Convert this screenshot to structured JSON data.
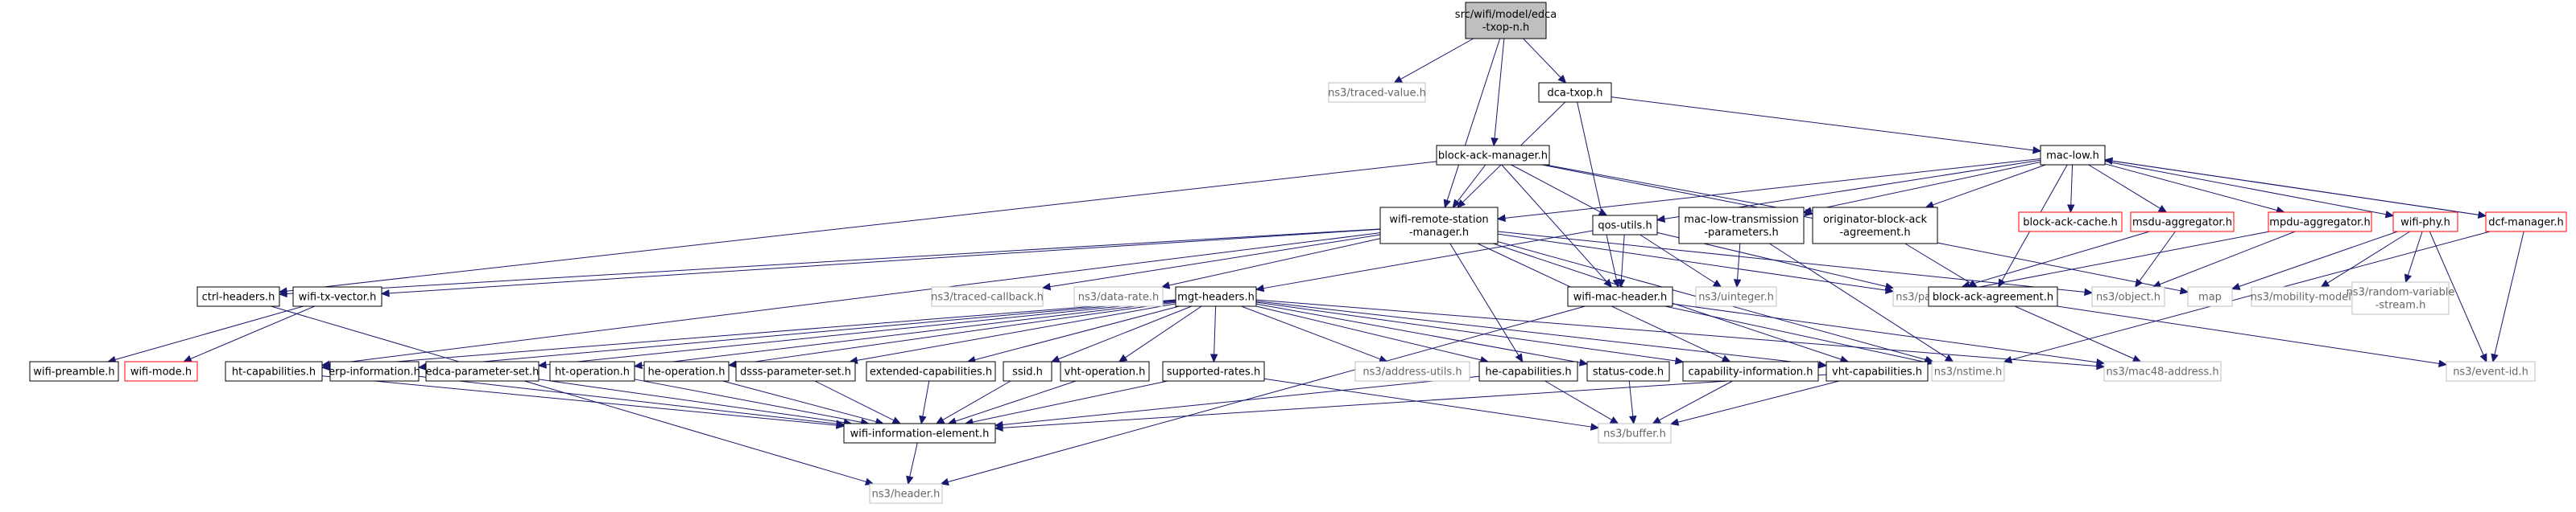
{
  "colors": {
    "edge": "#191970",
    "root_fill": "#bfbfbf",
    "truncated_border": "#ff0000",
    "external_border": "#bfbfbf"
  },
  "nodes": [
    {
      "id": "root",
      "label": [
        "src/wifi/model/edca",
        "-txop-n.h"
      ],
      "kind": "root"
    },
    {
      "id": "traced_value",
      "label": [
        "ns3/traced-value.h"
      ],
      "kind": "external"
    },
    {
      "id": "dca_txop",
      "label": [
        "dca-txop.h"
      ],
      "kind": "normal"
    },
    {
      "id": "block_ack_manager",
      "label": [
        "block-ack-manager.h"
      ],
      "kind": "normal"
    },
    {
      "id": "mac_low",
      "label": [
        "mac-low.h"
      ],
      "kind": "normal"
    },
    {
      "id": "wifi_remote_station_manager",
      "label": [
        "wifi-remote-station",
        "-manager.h"
      ],
      "kind": "normal"
    },
    {
      "id": "qos_utils",
      "label": [
        "qos-utils.h"
      ],
      "kind": "normal"
    },
    {
      "id": "mac_low_transmission_parameters",
      "label": [
        "mac-low-transmission",
        "-parameters.h"
      ],
      "kind": "normal"
    },
    {
      "id": "originator_block_ack_agreement",
      "label": [
        "originator-block-ack",
        "-agreement.h"
      ],
      "kind": "normal"
    },
    {
      "id": "block_ack_cache",
      "label": [
        "block-ack-cache.h"
      ],
      "kind": "truncated"
    },
    {
      "id": "msdu_aggregator",
      "label": [
        "msdu-aggregator.h"
      ],
      "kind": "truncated"
    },
    {
      "id": "mpdu_aggregator",
      "label": [
        "mpdu-aggregator.h"
      ],
      "kind": "truncated"
    },
    {
      "id": "wifi_phy",
      "label": [
        "wifi-phy.h"
      ],
      "kind": "truncated"
    },
    {
      "id": "dcf_manager",
      "label": [
        "dcf-manager.h"
      ],
      "kind": "truncated"
    },
    {
      "id": "ctrl_headers",
      "label": [
        "ctrl-headers.h"
      ],
      "kind": "normal"
    },
    {
      "id": "wifi_tx_vector",
      "label": [
        "wifi-tx-vector.h"
      ],
      "kind": "normal"
    },
    {
      "id": "traced_callback",
      "label": [
        "ns3/traced-callback.h"
      ],
      "kind": "external"
    },
    {
      "id": "data_rate",
      "label": [
        "ns3/data-rate.h"
      ],
      "kind": "external"
    },
    {
      "id": "mgt_headers",
      "label": [
        "mgt-headers.h"
      ],
      "kind": "normal"
    },
    {
      "id": "wifi_mac_header",
      "label": [
        "wifi-mac-header.h"
      ],
      "kind": "normal"
    },
    {
      "id": "uinteger",
      "label": [
        "ns3/uinteger.h"
      ],
      "kind": "external"
    },
    {
      "id": "packet",
      "label": [
        "ns3/packet.h"
      ],
      "kind": "external"
    },
    {
      "id": "block_ack_agreement",
      "label": [
        "block-ack-agreement.h"
      ],
      "kind": "normal"
    },
    {
      "id": "object",
      "label": [
        "ns3/object.h"
      ],
      "kind": "external"
    },
    {
      "id": "map",
      "label": [
        "map"
      ],
      "kind": "external"
    },
    {
      "id": "mobility_model",
      "label": [
        "ns3/mobility-model.h"
      ],
      "kind": "external"
    },
    {
      "id": "random_variable_stream",
      "label": [
        "ns3/random-variable",
        "-stream.h"
      ],
      "kind": "external"
    },
    {
      "id": "wifi_preamble",
      "label": [
        "wifi-preamble.h"
      ],
      "kind": "normal"
    },
    {
      "id": "wifi_mode",
      "label": [
        "wifi-mode.h"
      ],
      "kind": "truncated"
    },
    {
      "id": "ht_capabilities",
      "label": [
        "ht-capabilities.h"
      ],
      "kind": "normal"
    },
    {
      "id": "erp_information",
      "label": [
        "erp-information.h"
      ],
      "kind": "normal"
    },
    {
      "id": "edca_parameter_set",
      "label": [
        "edca-parameter-set.h"
      ],
      "kind": "normal"
    },
    {
      "id": "ht_operation",
      "label": [
        "ht-operation.h"
      ],
      "kind": "normal"
    },
    {
      "id": "he_operation",
      "label": [
        "he-operation.h"
      ],
      "kind": "normal"
    },
    {
      "id": "dsss_parameter_set",
      "label": [
        "dsss-parameter-set.h"
      ],
      "kind": "normal"
    },
    {
      "id": "extended_capabilities",
      "label": [
        "extended-capabilities.h"
      ],
      "kind": "normal"
    },
    {
      "id": "ssid",
      "label": [
        "ssid.h"
      ],
      "kind": "normal"
    },
    {
      "id": "vht_operation",
      "label": [
        "vht-operation.h"
      ],
      "kind": "normal"
    },
    {
      "id": "supported_rates",
      "label": [
        "supported-rates.h"
      ],
      "kind": "normal"
    },
    {
      "id": "address_utils",
      "label": [
        "ns3/address-utils.h"
      ],
      "kind": "external"
    },
    {
      "id": "he_capabilities",
      "label": [
        "he-capabilities.h"
      ],
      "kind": "normal"
    },
    {
      "id": "status_code",
      "label": [
        "status-code.h"
      ],
      "kind": "normal"
    },
    {
      "id": "capability_information",
      "label": [
        "capability-information.h"
      ],
      "kind": "normal"
    },
    {
      "id": "vht_capabilities",
      "label": [
        "vht-capabilities.h"
      ],
      "kind": "normal"
    },
    {
      "id": "nstime",
      "label": [
        "ns3/nstime.h"
      ],
      "kind": "external"
    },
    {
      "id": "mac48_address",
      "label": [
        "ns3/mac48-address.h"
      ],
      "kind": "external"
    },
    {
      "id": "event_id",
      "label": [
        "ns3/event-id.h"
      ],
      "kind": "external"
    },
    {
      "id": "wifi_information_element",
      "label": [
        "wifi-information-element.h"
      ],
      "kind": "normal"
    },
    {
      "id": "buffer",
      "label": [
        "ns3/buffer.h"
      ],
      "kind": "external"
    },
    {
      "id": "header",
      "label": [
        "ns3/header.h"
      ],
      "kind": "external"
    }
  ],
  "edges": [
    [
      "root",
      "traced_value"
    ],
    [
      "root",
      "dca_txop"
    ],
    [
      "root",
      "block_ack_manager"
    ],
    [
      "root",
      "wifi_remote_station_manager"
    ],
    [
      "dca_txop",
      "mac_low"
    ],
    [
      "dca_txop",
      "wifi_remote_station_manager"
    ],
    [
      "dca_txop",
      "wifi_mac_header"
    ],
    [
      "block_ack_manager",
      "ctrl_headers"
    ],
    [
      "block_ack_manager",
      "qos_utils"
    ],
    [
      "block_ack_manager",
      "wifi_remote_station_manager"
    ],
    [
      "block_ack_manager",
      "wifi_mac_header"
    ],
    [
      "block_ack_manager",
      "originator_block_ack_agreement"
    ],
    [
      "block_ack_manager",
      "map"
    ],
    [
      "mac_low",
      "wifi_remote_station_manager"
    ],
    [
      "mac_low",
      "qos_utils"
    ],
    [
      "mac_low",
      "mac_low_transmission_parameters"
    ],
    [
      "mac_low",
      "originator_block_ack_agreement"
    ],
    [
      "mac_low",
      "block_ack_cache"
    ],
    [
      "mac_low",
      "msdu_aggregator"
    ],
    [
      "mac_low",
      "mpdu_aggregator"
    ],
    [
      "mac_low",
      "wifi_phy"
    ],
    [
      "mac_low",
      "dcf_manager"
    ],
    [
      "mac_low",
      "block_ack_agreement"
    ],
    [
      "dcf_manager",
      "mac_low"
    ],
    [
      "dcf_manager",
      "event_id"
    ],
    [
      "dcf_manager",
      "nstime"
    ],
    [
      "wifi_remote_station_manager",
      "ctrl_headers"
    ],
    [
      "wifi_remote_station_manager",
      "wifi_tx_vector"
    ],
    [
      "wifi_remote_station_manager",
      "traced_callback"
    ],
    [
      "wifi_remote_station_manager",
      "data_rate"
    ],
    [
      "wifi_remote_station_manager",
      "packet"
    ],
    [
      "wifi_remote_station_manager",
      "object"
    ],
    [
      "wifi_remote_station_manager",
      "ht_capabilities"
    ],
    [
      "wifi_remote_station_manager",
      "he_capabilities"
    ],
    [
      "wifi_remote_station_manager",
      "vht_capabilities"
    ],
    [
      "wifi_remote_station_manager",
      "capability_information"
    ],
    [
      "wifi_remote_station_manager",
      "nstime"
    ],
    [
      "qos_utils",
      "mgt_headers"
    ],
    [
      "qos_utils",
      "wifi_mac_header"
    ],
    [
      "qos_utils",
      "uinteger"
    ],
    [
      "qos_utils",
      "packet"
    ],
    [
      "mac_low_transmission_parameters",
      "uinteger"
    ],
    [
      "mac_low_transmission_parameters",
      "nstime"
    ],
    [
      "originator_block_ack_agreement",
      "block_ack_agreement"
    ],
    [
      "msdu_aggregator",
      "packet"
    ],
    [
      "msdu_aggregator",
      "object"
    ],
    [
      "mpdu_aggregator",
      "packet"
    ],
    [
      "mpdu_aggregator",
      "object"
    ],
    [
      "wifi_phy",
      "map"
    ],
    [
      "wifi_phy",
      "mobility_model"
    ],
    [
      "wifi_phy",
      "random_variable_stream"
    ],
    [
      "wifi_phy",
      "event_id"
    ],
    [
      "ctrl_headers",
      "header"
    ],
    [
      "wifi_tx_vector",
      "wifi_preamble"
    ],
    [
      "wifi_tx_vector",
      "wifi_mode"
    ],
    [
      "wifi_mac_header",
      "nstime"
    ],
    [
      "wifi_mac_header",
      "mac48_address"
    ],
    [
      "wifi_mac_header",
      "header"
    ],
    [
      "block_ack_agreement",
      "mac48_address"
    ],
    [
      "block_ack_agreement",
      "event_id"
    ],
    [
      "mgt_headers",
      "ht_capabilities"
    ],
    [
      "mgt_headers",
      "erp_information"
    ],
    [
      "mgt_headers",
      "edca_parameter_set"
    ],
    [
      "mgt_headers",
      "ht_operation"
    ],
    [
      "mgt_headers",
      "he_operation"
    ],
    [
      "mgt_headers",
      "dsss_parameter_set"
    ],
    [
      "mgt_headers",
      "extended_capabilities"
    ],
    [
      "mgt_headers",
      "ssid"
    ],
    [
      "mgt_headers",
      "vht_operation"
    ],
    [
      "mgt_headers",
      "supported_rates"
    ],
    [
      "mgt_headers",
      "address_utils"
    ],
    [
      "mgt_headers",
      "he_capabilities"
    ],
    [
      "mgt_headers",
      "status_code"
    ],
    [
      "mgt_headers",
      "capability_information"
    ],
    [
      "mgt_headers",
      "vht_capabilities"
    ],
    [
      "mgt_headers",
      "mac48_address"
    ],
    [
      "ht_capabilities",
      "wifi_information_element"
    ],
    [
      "erp_information",
      "wifi_information_element"
    ],
    [
      "edca_parameter_set",
      "wifi_information_element"
    ],
    [
      "ht_operation",
      "wifi_information_element"
    ],
    [
      "he_operation",
      "wifi_information_element"
    ],
    [
      "dsss_parameter_set",
      "wifi_information_element"
    ],
    [
      "extended_capabilities",
      "wifi_information_element"
    ],
    [
      "ssid",
      "wifi_information_element"
    ],
    [
      "vht_operation",
      "wifi_information_element"
    ],
    [
      "supported_rates",
      "wifi_information_element"
    ],
    [
      "supported_rates",
      "buffer"
    ],
    [
      "he_capabilities",
      "wifi_information_element"
    ],
    [
      "he_capabilities",
      "buffer"
    ],
    [
      "status_code",
      "buffer"
    ],
    [
      "capability_information",
      "buffer"
    ],
    [
      "vht_capabilities",
      "wifi_information_element"
    ],
    [
      "vht_capabilities",
      "buffer"
    ],
    [
      "wifi_information_element",
      "header"
    ]
  ]
}
